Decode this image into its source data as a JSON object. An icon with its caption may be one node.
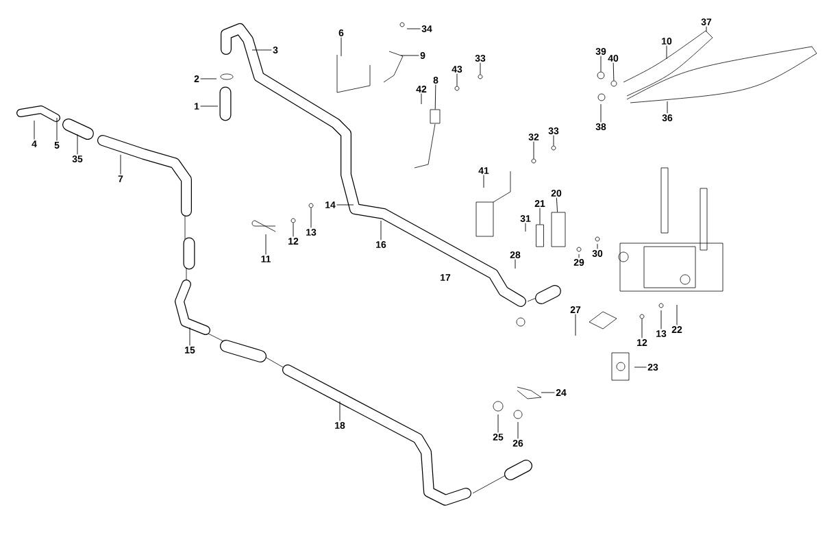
{
  "diagram": {
    "nodes": [
      {
        "text": [
          "34"
        ]
      },
      {
        "text": [
          "37"
        ]
      },
      {
        "text": [
          "6"
        ]
      },
      {
        "text": [
          "10"
        ]
      },
      {
        "text": [
          "3"
        ]
      },
      {
        "text": [
          "39"
        ]
      },
      {
        "text": [
          "9"
        ]
      },
      {
        "text": [
          "40"
        ]
      },
      {
        "text": [
          "33"
        ]
      },
      {
        "text": [
          "43"
        ]
      },
      {
        "text": [
          "2"
        ]
      },
      {
        "text": [
          "8"
        ]
      },
      {
        "text": [
          "42"
        ]
      },
      {
        "text": [
          "1"
        ]
      },
      {
        "text": [
          "36"
        ]
      },
      {
        "text": [
          "38"
        ]
      },
      {
        "text": [
          "33"
        ]
      },
      {
        "text": [
          "32"
        ]
      },
      {
        "text": [
          "4"
        ]
      },
      {
        "text": [
          "5"
        ]
      },
      {
        "text": [
          "35"
        ]
      },
      {
        "text": [
          "41"
        ]
      },
      {
        "text": [
          "7"
        ]
      },
      {
        "text": [
          "20"
        ]
      },
      {
        "text": [
          "21"
        ]
      },
      {
        "text": [
          "14"
        ]
      },
      {
        "text": [
          "31"
        ]
      },
      {
        "text": [
          "13"
        ]
      },
      {
        "text": [
          "12"
        ]
      },
      {
        "text": [
          "16"
        ]
      },
      {
        "text": [
          "30"
        ]
      },
      {
        "text": [
          "28"
        ]
      },
      {
        "text": [
          "11"
        ]
      },
      {
        "text": [
          "29"
        ]
      },
      {
        "text": [
          "27"
        ]
      },
      {
        "text": [
          "22"
        ]
      },
      {
        "text": [
          "13"
        ]
      },
      {
        "text": [
          "12"
        ]
      },
      {
        "text": [
          "15"
        ]
      },
      {
        "text": [
          "23"
        ]
      },
      {
        "text": [
          "24"
        ]
      },
      {
        "text": [
          "18"
        ]
      },
      {
        "text": [
          "25"
        ]
      },
      {
        "text": [
          "26"
        ]
      },
      {
        "text": [],
        "shape": "circle"
      },
      {
        "text": [],
        "shape": "circle"
      },
      {
        "text": [],
        "shape": "circle"
      },
      {
        "text": [],
        "shape": "box"
      },
      {
        "text": [],
        "shape": "circle"
      },
      {
        "text": [],
        "shape": "circle"
      },
      {
        "text": [],
        "shape": "box"
      },
      {
        "text": [],
        "shape": "box"
      },
      {
        "text": [],
        "shape": "circle"
      },
      {
        "text": [],
        "shape": "circle"
      },
      {
        "text": [],
        "shape": "circle"
      },
      {
        "text": [],
        "shape": "circle"
      }
    ],
    "edges": [
      {
        "from": 0,
        "to": null,
        "arrow": "none"
      },
      {
        "from": 1,
        "to": null,
        "arrow": "none"
      },
      {
        "from": 2,
        "to": null,
        "arrow": "none"
      },
      {
        "from": 3,
        "to": null,
        "arrow": "none"
      },
      {
        "from": 4,
        "to": null,
        "arrow": "none"
      },
      {
        "from": 5,
        "to": 44,
        "arrow": "none"
      },
      {
        "from": 6,
        "to": null,
        "arrow": "none"
      },
      {
        "from": 7,
        "to": 55,
        "arrow": "none"
      },
      {
        "from": 8,
        "to": 45,
        "arrow": "none"
      },
      {
        "from": 9,
        "to": 46,
        "arrow": "none"
      },
      {
        "from": 10,
        "to": null,
        "arrow": "none"
      },
      {
        "from": 11,
        "to": 47,
        "arrow": "none"
      },
      {
        "from": 12,
        "to": null,
        "arrow": "none"
      },
      {
        "from": 13,
        "to": null,
        "arrow": "none"
      },
      {
        "from": 14,
        "to": null,
        "arrow": "none"
      },
      {
        "from": 15,
        "to": null,
        "arrow": "none"
      },
      {
        "from": 16,
        "to": 48,
        "arrow": "none"
      },
      {
        "from": 17,
        "to": 49,
        "arrow": "none"
      },
      {
        "from": 18,
        "to": null,
        "arrow": "none"
      },
      {
        "from": 19,
        "to": null,
        "arrow": "none"
      },
      {
        "from": 20,
        "to": null,
        "arrow": "none"
      },
      {
        "from": 21,
        "to": null,
        "arrow": "none"
      },
      {
        "from": 22,
        "to": null,
        "arrow": "none"
      },
      {
        "from": 23,
        "to": 50,
        "arrow": "none"
      },
      {
        "from": 24,
        "to": 51,
        "arrow": "none"
      },
      {
        "from": 25,
        "to": null,
        "arrow": "none"
      },
      {
        "from": 26,
        "to": null,
        "arrow": "none"
      },
      {
        "from": 27,
        "to": 52,
        "arrow": "none"
      },
      {
        "from": 28,
        "to": 53,
        "arrow": "none"
      },
      {
        "from": 29,
        "to": null,
        "arrow": "none"
      },
      {
        "from": 30,
        "to": null,
        "arrow": "none"
      },
      {
        "from": 31,
        "to": null,
        "arrow": "none"
      },
      {
        "from": 32,
        "to": null,
        "arrow": "none"
      },
      {
        "from": 33,
        "to": null,
        "arrow": "none"
      },
      {
        "from": 34,
        "to": null,
        "arrow": "none"
      },
      {
        "from": 35,
        "to": null,
        "arrow": "none"
      },
      {
        "from": 36,
        "to": null,
        "arrow": "none"
      },
      {
        "from": 37,
        "to": 54,
        "arrow": "none"
      },
      {
        "from": 38,
        "to": null,
        "arrow": "none"
      },
      {
        "from": 39,
        "to": null,
        "arrow": "none"
      },
      {
        "from": 40,
        "to": null,
        "arrow": "none"
      },
      {
        "from": 41,
        "to": null,
        "arrow": "none"
      },
      {
        "from": 42,
        "to": null,
        "arrow": "none"
      },
      {
        "from": 43,
        "to": null,
        "arrow": "none"
      }
    ],
    "labels": [
      "17"
    ]
  }
}
